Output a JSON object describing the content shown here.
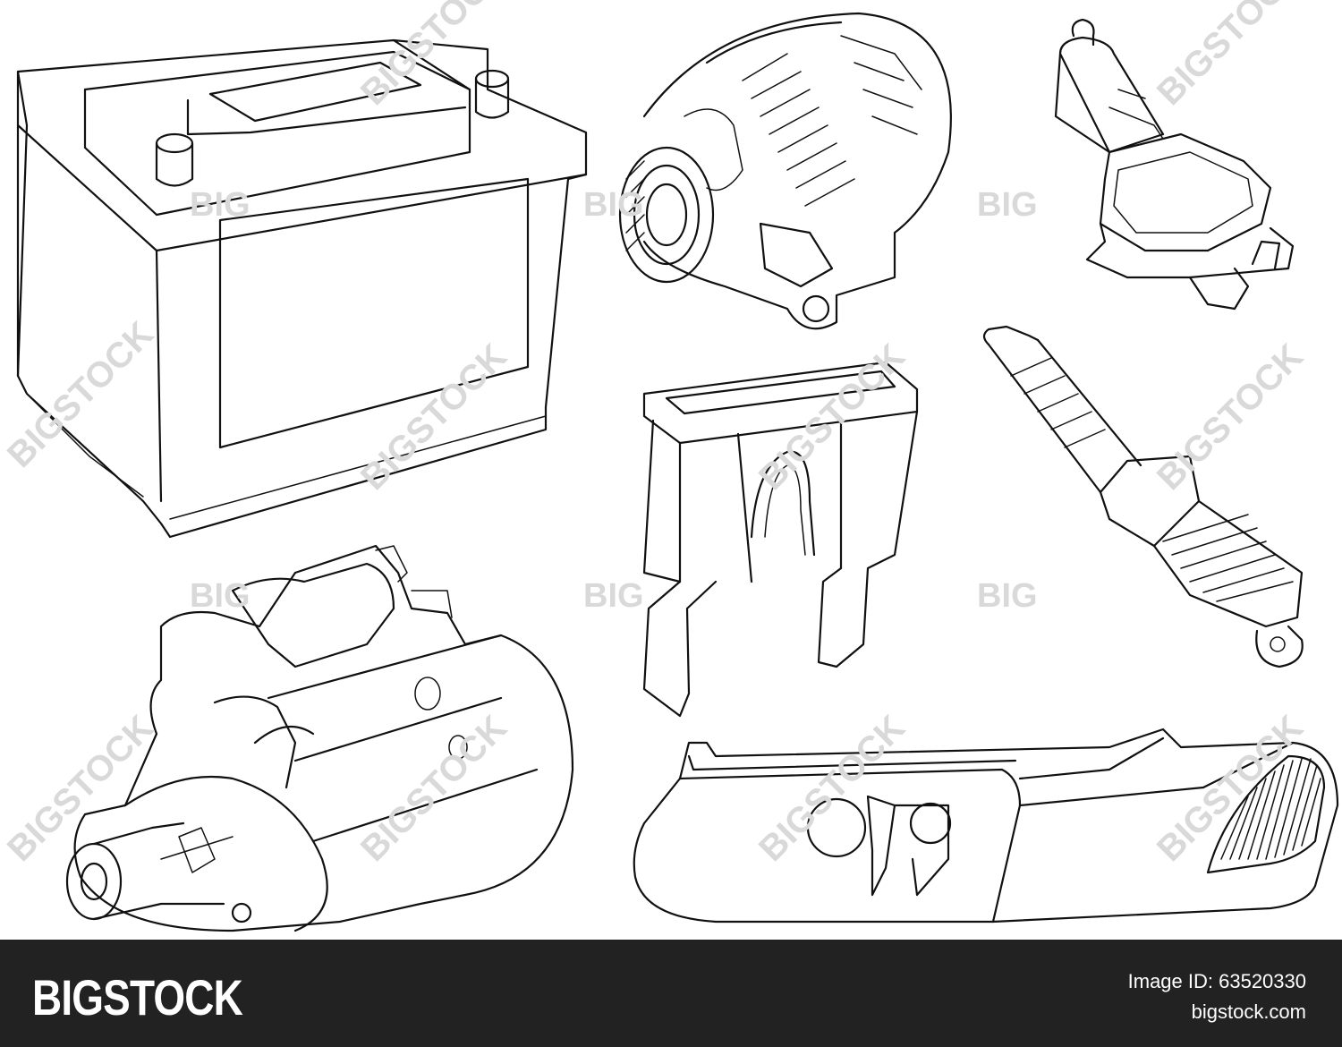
{
  "watermark": {
    "small": "BIG",
    "large": "BIGSTOCK"
  },
  "footer": {
    "brand": "BIGSTOCK",
    "image_id_label": "Image ID: 63520330",
    "site": "bigstock.com",
    "background_color": "#222222",
    "text_color": "#ffffff"
  },
  "parts": [
    "battery",
    "alternator",
    "headlight-bulb",
    "fuse",
    "spark-plug",
    "starter-motor",
    "headlamp"
  ]
}
